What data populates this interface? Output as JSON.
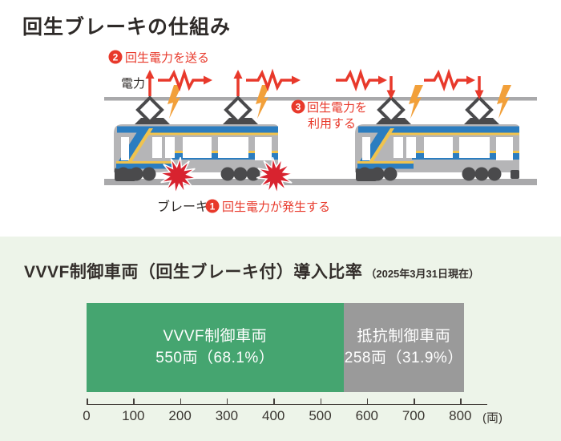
{
  "diagram": {
    "title": "回生ブレーキの仕組み",
    "power_label": "電力",
    "brake_label": "ブレーキ",
    "step1_num": "1",
    "step1_text": "回生電力が発生する",
    "step2_num": "2",
    "step2_text": "回生電力を送る",
    "step3_num": "3",
    "step3_text_line1": "回生電力を",
    "step3_text_line2": "利用する"
  },
  "chart_data": {
    "type": "bar",
    "variant": "stacked-horizontal",
    "title": "VVVF制御車両（回生ブレーキ付）導入比率",
    "subtitle": "（2025年3月31日現在）",
    "series": [
      {
        "name": "VVVF制御車両",
        "value": 550,
        "percent": 68.1,
        "color": "#45a570",
        "label_lines": [
          "VVVF制御車両",
          "550両（68.1%）"
        ]
      },
      {
        "name": "抵抗制御車両",
        "value": 258,
        "percent": 31.9,
        "color": "#9a9a9a",
        "label_lines": [
          "抵抗制御車両",
          "258両（31.9%）"
        ]
      }
    ],
    "total": 808,
    "xlim": [
      0,
      800
    ],
    "x_ticks": [
      0,
      100,
      200,
      300,
      400,
      500,
      600,
      700,
      800
    ],
    "x_unit_label": "(両)",
    "grid": false,
    "legend": "none"
  },
  "colors": {
    "accent_red": "#e8392b",
    "spark_red": "#d8232f",
    "bolt_orange": "#f2a03a",
    "train_blue": "#2b7dc0",
    "train_yellow": "#f0c34e",
    "train_gray": "#b5b5b7",
    "train_dark": "#4a4a4c",
    "rail_gray": "#a9a9ab",
    "panel_green_bg": "#edf4e9",
    "bar_green": "#45a570",
    "bar_gray": "#9a9a9a",
    "text_dark": "#2e2a28"
  }
}
